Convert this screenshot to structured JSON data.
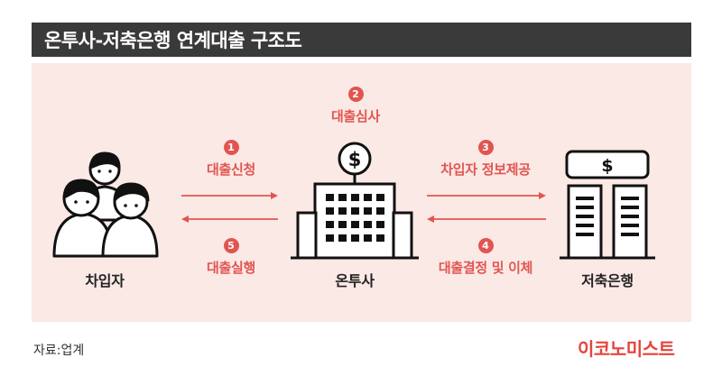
{
  "header": {
    "title": "온투사-저축은행 연계대출 구조도"
  },
  "nodes": {
    "borrower": "차입자",
    "ontusa": "온투사",
    "bank": "저축은행",
    "dollar_sign": "$"
  },
  "steps": [
    {
      "number": "1",
      "label": "대출신청"
    },
    {
      "number": "2",
      "label": "대출심사"
    },
    {
      "number": "3",
      "label": "차입자 정보제공"
    },
    {
      "number": "4",
      "label": "대출결정 및 이체"
    },
    {
      "number": "5",
      "label": "대출실행"
    }
  ],
  "footer": {
    "source": "자료:업계",
    "brand": "이코노미스트"
  },
  "colors": {
    "accent": "#e15551",
    "header_bg": "#3a3a3a",
    "panel_bg": "#fbe9e6",
    "brand": "#e4443c"
  }
}
